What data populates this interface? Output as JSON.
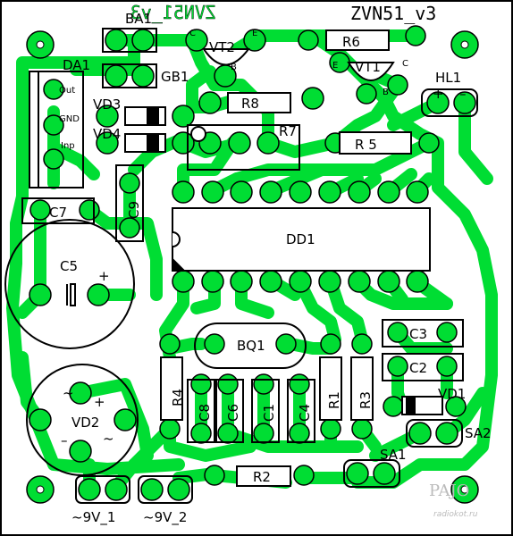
{
  "board": {
    "title": "ZVN51_v3",
    "mirror_title": "ZVN51_v3",
    "trace_color": "#00dd33",
    "outline_color": "#000000",
    "background_color": "#ffffff"
  },
  "components": {
    "ba1": "BA1",
    "gb1": "GB1",
    "da1": "DA1",
    "da1_out": "Out",
    "da1_gnd": "GND",
    "da1_inp": "Inp",
    "vd3": "VD3",
    "vd4": "VD4",
    "vt2": "VT2",
    "vt1": "VT1",
    "r6": "R6",
    "r8": "R8",
    "r7": "R7",
    "r5": "R 5",
    "hl1": "HL1",
    "c7": "C7",
    "c9": "C9",
    "dd1": "DD1",
    "c5": "C5",
    "bq1": "BQ1",
    "c3": "C3",
    "c2": "C2",
    "r4": "R4",
    "c8": "C8",
    "c6": "C6",
    "c1": "C1",
    "c4": "C4",
    "r1": "R1",
    "r3": "R3",
    "vd1": "VD1",
    "vd2": "VD2",
    "sa2": "SA2",
    "sa1": "SA1",
    "r2": "R2",
    "pin_c": "C",
    "pin_e": "E",
    "pin_b": "B",
    "plus": "+",
    "minus": "–",
    "tilde": "~"
  },
  "connectors": {
    "v9_1": "~9V_1",
    "v9_2": "~9V_2"
  },
  "watermark": {
    "main": "PAJO",
    "url": "radiokot.ru"
  }
}
